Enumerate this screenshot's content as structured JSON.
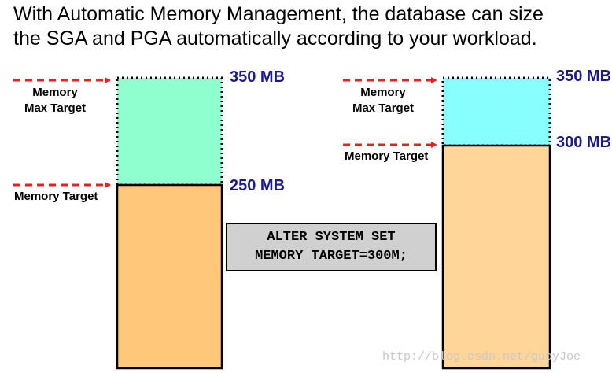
{
  "title": {
    "line1": "With Automatic Memory Management, the database can size",
    "line2": "the SGA and PGA automatically according to your workload."
  },
  "left": {
    "max_target_label": [
      "Memory",
      "Max Target"
    ],
    "target_label": "Memory Target",
    "max_value": "350 MB",
    "target_value": "250 MB"
  },
  "right": {
    "max_target_label": [
      "Memory",
      "Max Target"
    ],
    "target_label": "Memory Target",
    "max_value": "350 MB",
    "target_value": "300 MB"
  },
  "command": {
    "line1": "ALTER SYSTEM SET",
    "line2": "MEMORY_TARGET=300M;"
  },
  "watermark": "http://blog.csdn.net/guoyJoe",
  "colors": {
    "left_top_fill": "#8fffd0",
    "left_bottom_fill": "#ffc77a",
    "right_top_fill": "#88ffff",
    "right_bottom_fill": "#ffd59a",
    "arrow": "#e82020",
    "value_text": "#1a1a8c",
    "command_bg": "#d0d0d0"
  }
}
